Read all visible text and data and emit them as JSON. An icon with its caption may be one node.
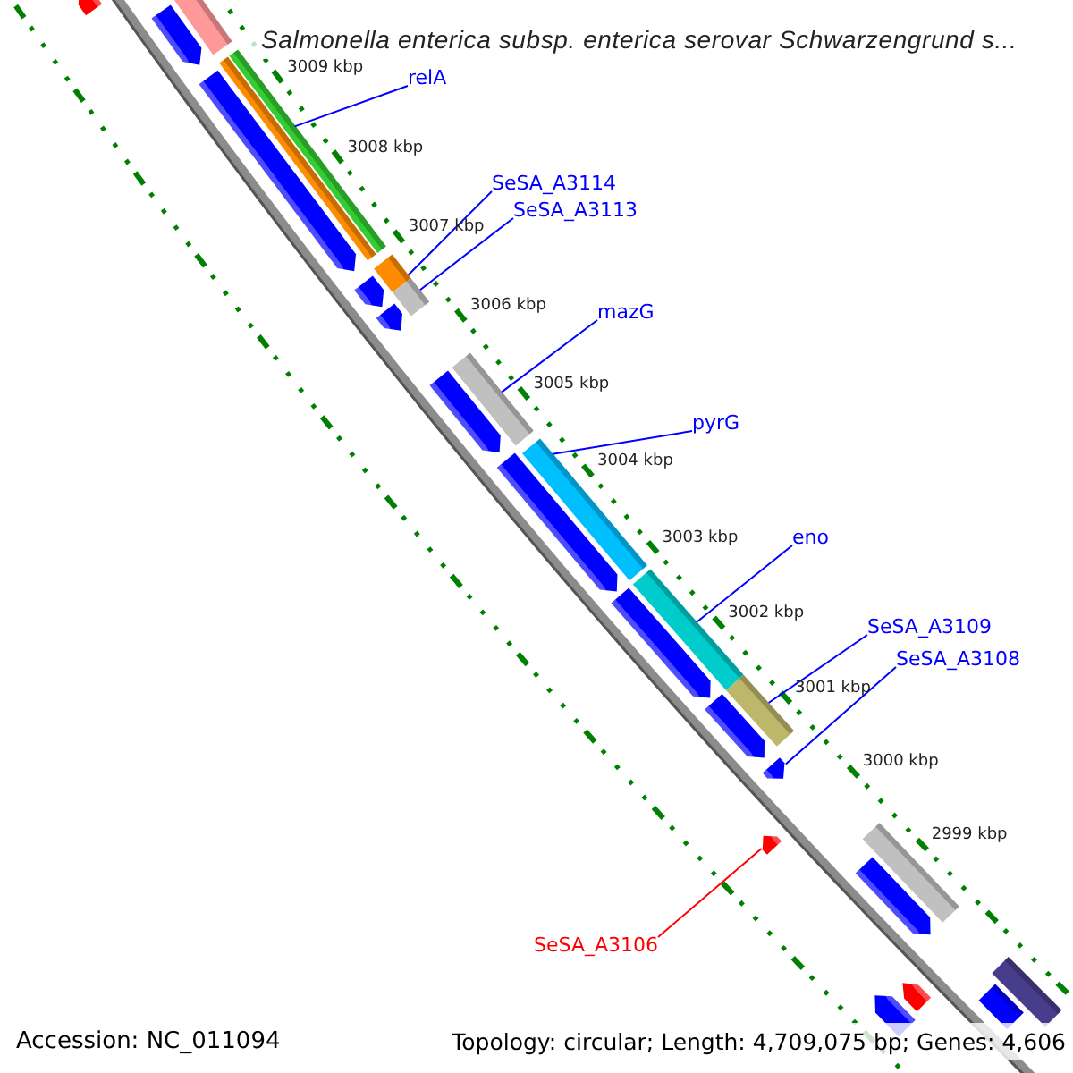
{
  "diagram": {
    "title": "Salmonella enterica subsp. enterica serovar Schwarzengrund s...",
    "nodes": [
      {
        "text": [
          "relA"
        ]
      },
      {
        "text": [],
        "shape": "bar"
      },
      {
        "text": [
          "SeSA_A3114"
        ]
      },
      {
        "text": [],
        "shape": "bar"
      },
      {
        "text": [
          "SeSA_A3113"
        ]
      },
      {
        "text": [],
        "shape": "bar"
      },
      {
        "text": [
          "mazG"
        ]
      },
      {
        "text": [],
        "shape": "bar"
      },
      {
        "text": [
          "pyrG"
        ]
      },
      {
        "text": [],
        "shape": "bar"
      },
      {
        "text": [
          "eno"
        ]
      },
      {
        "text": [],
        "shape": "bar"
      },
      {
        "text": [
          "SeSA_A3109"
        ]
      },
      {
        "text": [],
        "shape": "bar"
      },
      {
        "text": [
          "SeSA_A3108"
        ]
      },
      {
        "text": [],
        "shape": "bar"
      },
      {
        "text": [
          "SeSA_A3106"
        ]
      },
      {
        "text": [],
        "shape": "bar"
      },
      {
        "text": [],
        "shape": "bar"
      },
      {
        "text": [],
        "shape": "bar"
      },
      {
        "text": [],
        "shape": "bar"
      },
      {
        "text": [],
        "shape": "bar"
      },
      {
        "text": [],
        "shape": "bar"
      },
      {
        "text": [],
        "shape": "bar"
      },
      {
        "text": [],
        "shape": "bar"
      },
      {
        "text": [],
        "shape": "bar"
      },
      {
        "text": [],
        "shape": "bar"
      },
      {
        "text": [],
        "shape": "bar"
      },
      {
        "text": [],
        "shape": "bar"
      },
      {
        "text": [],
        "shape": "bar"
      },
      {
        "text": [],
        "shape": "bar"
      },
      {
        "text": [],
        "shape": "bar"
      },
      {
        "text": [],
        "shape": "bar"
      },
      {
        "text": [],
        "shape": "bar"
      },
      {
        "text": [],
        "shape": "bar"
      }
    ],
    "edges": [
      {
        "from": 0,
        "to": 1,
        "arrow": "none"
      },
      {
        "from": 2,
        "to": 3,
        "arrow": "none"
      },
      {
        "from": 4,
        "to": 5,
        "arrow": "none"
      },
      {
        "from": 6,
        "to": 7,
        "arrow": "none"
      },
      {
        "from": 8,
        "to": 9,
        "arrow": "none"
      },
      {
        "from": 10,
        "to": 11,
        "arrow": "none"
      },
      {
        "from": 12,
        "to": 13,
        "arrow": "none"
      },
      {
        "from": 14,
        "to": 15,
        "arrow": "none"
      },
      {
        "from": 16,
        "to": 17,
        "arrow": "none",
        "color": "#ff0000"
      }
    ],
    "labels": [
      "3009 kbp",
      "3008 kbp",
      "3007 kbp",
      "3006 kbp",
      "3005 kbp",
      "3004 kbp",
      "3003 kbp",
      "3002 kbp",
      "3001 kbp",
      "3000 kbp",
      "2999 kbp",
      "Accession: NC_011094",
      "Topology: circular; Length: 4,709,075 bp; Genes: 4,606"
    ]
  }
}
